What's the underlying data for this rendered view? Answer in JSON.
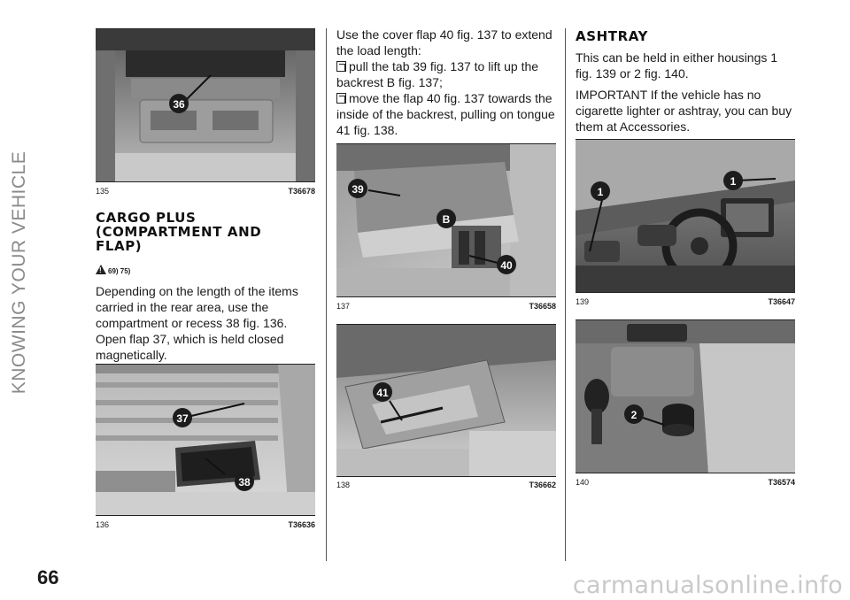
{
  "side_title": "KNOWING YOUR VEHICLE",
  "page_number": "66",
  "watermark": "carmanualsonline.info",
  "figures": {
    "f135": {
      "number": "135",
      "code": "T36678",
      "callouts": [
        "36"
      ]
    },
    "f136": {
      "number": "136",
      "code": "T36636",
      "callouts": [
        "37",
        "38"
      ]
    },
    "f137": {
      "number": "137",
      "code": "T36658",
      "callouts": [
        "39",
        "B",
        "40"
      ]
    },
    "f138": {
      "number": "138",
      "code": "T36662",
      "callouts": [
        "41"
      ]
    },
    "f139": {
      "number": "139",
      "code": "T36647",
      "callouts": [
        "1",
        "1"
      ]
    },
    "f140": {
      "number": "140",
      "code": "T36574",
      "callouts": [
        "2"
      ]
    }
  },
  "cargo": {
    "heading_lines": [
      "CARGO PLUS",
      "(COMPARTMENT AND",
      "FLAP)"
    ],
    "warning_refs": "69) 75)",
    "body_lines": [
      "Depending on the length of the items",
      "carried in the rear area, use the",
      "compartment or recess 38 fig. 136.",
      "Open flap 37, which is held closed",
      "magnetically."
    ]
  },
  "middle": {
    "intro_lines": [
      "Use the cover flap 40 fig. 137 to extend",
      "the load length:"
    ],
    "bullet1_lines": [
      "pull the tab 39 fig. 137 to lift up the",
      "backrest B fig. 137;"
    ],
    "bullet2_lines": [
      "move the flap 40 fig. 137 towards the",
      "inside of the backrest, pulling on tongue",
      "41 fig. 138."
    ]
  },
  "ashtray": {
    "heading": "ASHTRAY",
    "para1_lines": [
      "This can be held in either housings 1",
      "fig. 139 or 2 fig. 140."
    ],
    "para2_lines": [
      "IMPORTANT If the vehicle has no",
      "cigarette lighter or ashtray, you can buy",
      "them at Accessories."
    ]
  }
}
